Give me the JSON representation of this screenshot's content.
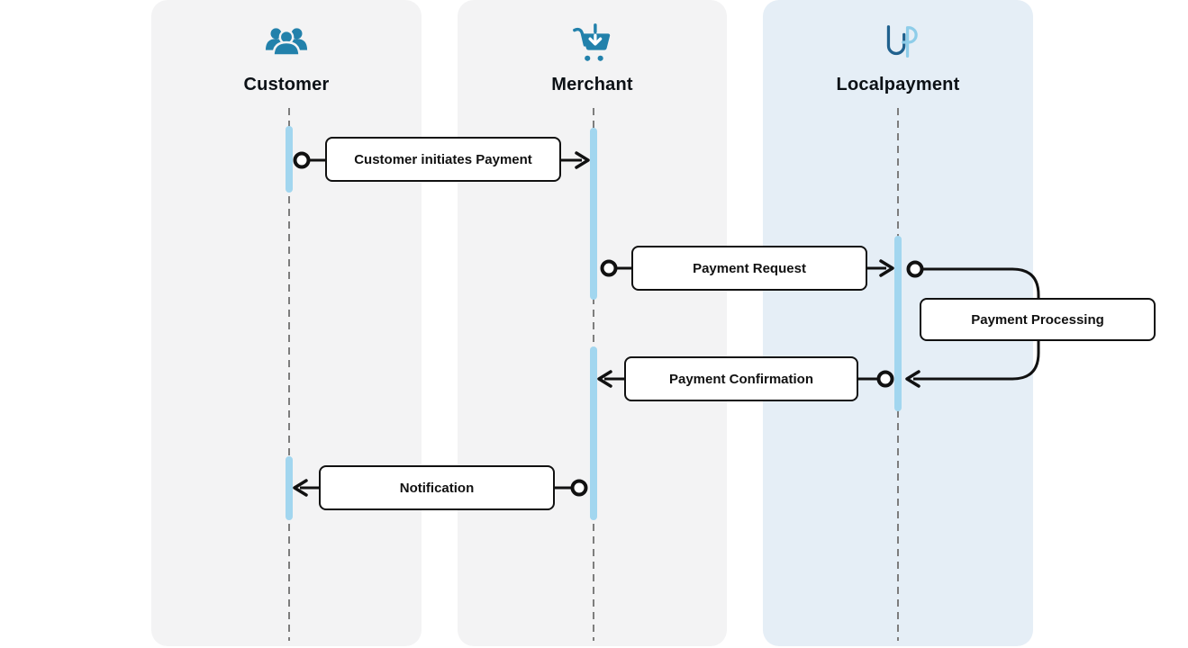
{
  "diagram": {
    "type": "sequence-diagram",
    "lanes": [
      {
        "id": "customer",
        "label": "Customer",
        "icon": "users-icon"
      },
      {
        "id": "merchant",
        "label": "Merchant",
        "icon": "cart-download-icon"
      },
      {
        "id": "localpayment",
        "label": "Localpayment",
        "icon": "localpayment-logo-icon"
      }
    ],
    "messages": [
      {
        "label": "Customer initiates Payment",
        "from": "customer",
        "to": "merchant",
        "style": "circle-start-arrow-end"
      },
      {
        "label": "Payment Request",
        "from": "merchant",
        "to": "localpayment",
        "style": "circle-start-arrow-end"
      },
      {
        "label": "Payment Processing",
        "from": "localpayment",
        "to": "localpayment",
        "style": "self-loop"
      },
      {
        "label": "Payment Confirmation",
        "from": "localpayment",
        "to": "merchant",
        "style": "circle-start-arrow-end"
      },
      {
        "label": "Notification",
        "from": "merchant",
        "to": "customer",
        "style": "circle-start-arrow-end"
      }
    ],
    "colors": {
      "lane_bg": "#f3f3f4",
      "lane_bg_highlight": "#e5eef6",
      "activation_bar": "#a2d6ef",
      "icon_blue": "#2281ab",
      "logo_dark": "#20618e",
      "logo_light": "#8ecde9",
      "line": "#111111",
      "lifeline": "#7d7d7d",
      "box_bg": "#ffffff",
      "box_border": "#111111",
      "title_color": "#0c1116"
    }
  }
}
